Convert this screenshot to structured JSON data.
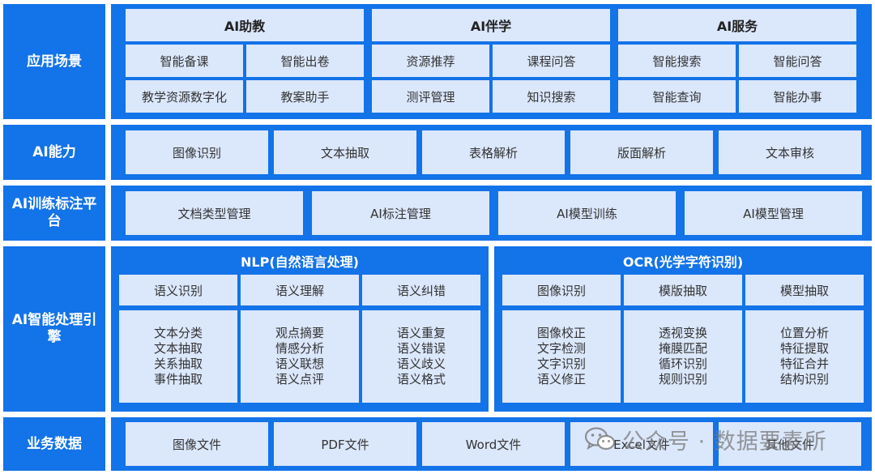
{
  "colors": {
    "accent": "#1373e8",
    "cell_bg": "#dbe7fb"
  },
  "rows": {
    "scene": {
      "label": "应用场景",
      "groups": [
        {
          "title": "AI助教",
          "items": [
            "智能备课",
            "智能出卷",
            "教学资源数字化",
            "教案助手"
          ]
        },
        {
          "title": "AI伴学",
          "items": [
            "资源推荐",
            "课程问答",
            "测评管理",
            "知识搜索"
          ]
        },
        {
          "title": "AI服务",
          "items": [
            "智能搜索",
            "智能问答",
            "智能查询",
            "智能办事"
          ]
        }
      ]
    },
    "capability": {
      "label": "AI能力",
      "items": [
        "图像识别",
        "文本抽取",
        "表格解析",
        "版面解析",
        "文本审核"
      ]
    },
    "training": {
      "label": "AI训练标注平台",
      "items": [
        "文档类型管理",
        "AI标注管理",
        "AI模型训练",
        "AI模型管理"
      ]
    },
    "engine": {
      "label": "AI智能处理引擎",
      "nlp": {
        "title": "NLP(自然语言处理)",
        "columns": [
          {
            "head": "语义识别",
            "items": [
              "文本分类",
              "文本抽取",
              "关系抽取",
              "事件抽取"
            ]
          },
          {
            "head": "语义理解",
            "items": [
              "观点摘要",
              "情感分析",
              "语义联想",
              "语义点评"
            ]
          },
          {
            "head": "语义纠错",
            "items": [
              "语义重复",
              "语义错误",
              "语义歧义",
              "语义格式"
            ]
          }
        ]
      },
      "ocr": {
        "title": "OCR(光学字符识别)",
        "columns": [
          {
            "head": "图像识别",
            "items": [
              "图像校正",
              "文字检测",
              "文字识别",
              "语义修正"
            ]
          },
          {
            "head": "模版抽取",
            "items": [
              "透视变换",
              "掩膜匹配",
              "循环识别",
              "规则识别"
            ]
          },
          {
            "head": "模型抽取",
            "items": [
              "位置分析",
              "特征提取",
              "特征合并",
              "结构识别"
            ]
          }
        ]
      }
    },
    "data": {
      "label": "业务数据",
      "items": [
        "图像文件",
        "PDF文件",
        "Word文件",
        "Excel文件",
        "其他文件"
      ]
    }
  },
  "watermark": {
    "text": "公众号 · 数据要素所",
    "icon": "wechat-icon"
  }
}
